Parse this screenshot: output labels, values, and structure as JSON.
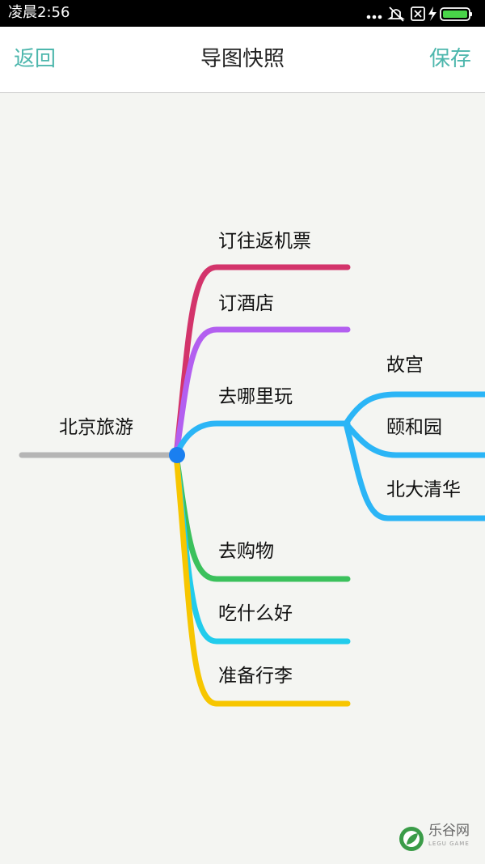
{
  "status_bar": {
    "time": "凌晨2:56",
    "icons": [
      "more-dots-icon",
      "mute-icon",
      "sim-icon",
      "charging-icon",
      "battery-icon"
    ]
  },
  "navbar": {
    "back_label": "返回",
    "title": "导图快照",
    "save_label": "保存"
  },
  "mindmap": {
    "root": {
      "label": "北京旅游",
      "color": "#b5b5b5"
    },
    "branches": [
      {
        "label": "订往返机票",
        "color": "#d3346b"
      },
      {
        "label": "订酒店",
        "color": "#b35ff0"
      },
      {
        "label": "去哪里玩",
        "color": "#2bb5f6",
        "children": [
          {
            "label": "故宫"
          },
          {
            "label": "颐和园"
          },
          {
            "label": "北大清华"
          }
        ]
      },
      {
        "label": "去购物",
        "color": "#3bc15c"
      },
      {
        "label": "吃什么好",
        "color": "#22ccec"
      },
      {
        "label": "准备行李",
        "color": "#f7c600"
      }
    ],
    "center_dot_color": "#1a7ff0"
  },
  "watermark": {
    "text": "乐谷网",
    "subtext": "LEGU GAME",
    "icon": "leaf-logo-icon"
  }
}
